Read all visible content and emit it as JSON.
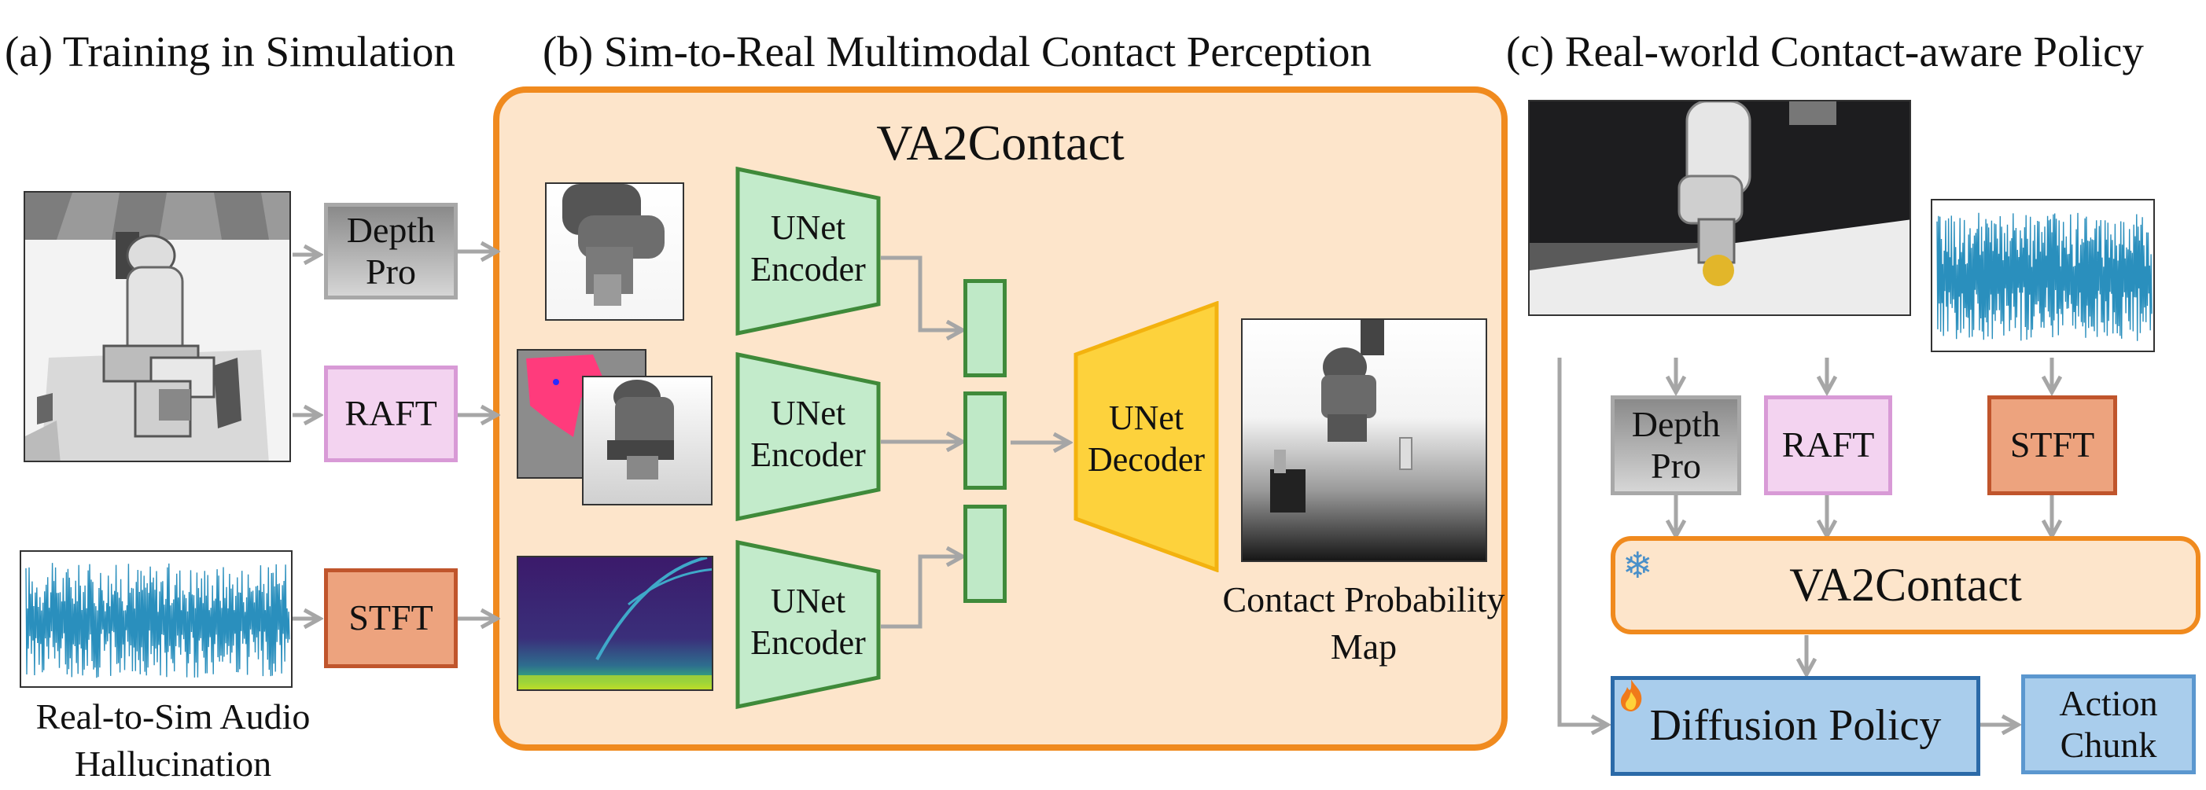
{
  "sections": {
    "a": "(a) Training in Simulation",
    "b": "(b) Sim-to-Real Multimodal Contact Perception",
    "c": "(c) Real-world Contact-aware Policy"
  },
  "panel_b": {
    "title": "VA2Contact",
    "encoders": [
      "UNet Encoder",
      "UNet Encoder",
      "UNet Encoder"
    ],
    "decoder": "UNet Decoder",
    "output_caption": "Contact Probability Map"
  },
  "panel_a": {
    "depth_pro": "Depth Pro",
    "raft": "RAFT",
    "stft": "STFT",
    "audio_caption": "Real-to-Sim Audio Hallucination"
  },
  "panel_c": {
    "depth_pro": "Depth Pro",
    "raft": "RAFT",
    "stft": "STFT",
    "va2contact": "VA2Contact",
    "diffusion_policy": "Diffusion Policy",
    "action_chunk": "Action Chunk",
    "frozen_icon": "snowflake-icon",
    "trainable_icon": "fire-icon"
  },
  "colors": {
    "panel_border": "#f08a1e",
    "panel_fill": "#fde5cb",
    "encoder_fill": "#c3ebcb",
    "encoder_border": "#3f8a3a",
    "decoder_fill": "#fdd23c",
    "decoder_border": "#f3b20f",
    "arrow": "#a6a6a6"
  }
}
